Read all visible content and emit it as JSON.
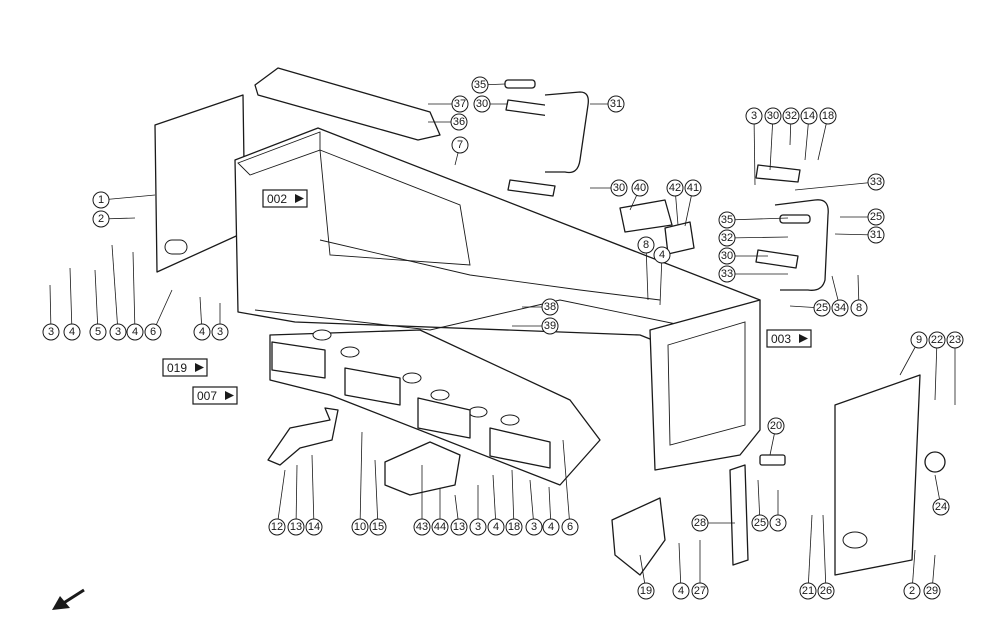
{
  "diagram": {
    "callouts": [
      {
        "label": "1"
      },
      {
        "label": "2"
      },
      {
        "label": "3"
      },
      {
        "label": "4"
      },
      {
        "label": "5"
      },
      {
        "label": "3"
      },
      {
        "label": "4"
      },
      {
        "label": "6"
      },
      {
        "label": "4"
      },
      {
        "label": "3"
      },
      {
        "label": "35"
      },
      {
        "label": "37"
      },
      {
        "label": "30"
      },
      {
        "label": "36"
      },
      {
        "label": "31"
      },
      {
        "label": "7"
      },
      {
        "label": "30"
      },
      {
        "label": "40"
      },
      {
        "label": "42"
      },
      {
        "label": "41"
      },
      {
        "label": "8"
      },
      {
        "label": "4"
      },
      {
        "label": "38"
      },
      {
        "label": "39"
      },
      {
        "label": "3"
      },
      {
        "label": "30"
      },
      {
        "label": "32"
      },
      {
        "label": "14"
      },
      {
        "label": "18"
      },
      {
        "label": "33"
      },
      {
        "label": "35"
      },
      {
        "label": "25"
      },
      {
        "label": "32"
      },
      {
        "label": "31"
      },
      {
        "label": "30"
      },
      {
        "label": "33"
      },
      {
        "label": "25"
      },
      {
        "label": "34"
      },
      {
        "label": "8"
      },
      {
        "label": "9"
      },
      {
        "label": "22"
      },
      {
        "label": "23"
      },
      {
        "label": "24"
      },
      {
        "label": "12"
      },
      {
        "label": "13"
      },
      {
        "label": "14"
      },
      {
        "label": "10"
      },
      {
        "label": "15"
      },
      {
        "label": "43"
      },
      {
        "label": "44"
      },
      {
        "label": "13"
      },
      {
        "label": "3"
      },
      {
        "label": "4"
      },
      {
        "label": "18"
      },
      {
        "label": "3"
      },
      {
        "label": "4"
      },
      {
        "label": "6"
      },
      {
        "label": "20"
      },
      {
        "label": "28"
      },
      {
        "label": "25"
      },
      {
        "label": "3"
      },
      {
        "label": "19"
      },
      {
        "label": "4"
      },
      {
        "label": "27"
      },
      {
        "label": "21"
      },
      {
        "label": "26"
      },
      {
        "label": "2"
      },
      {
        "label": "29"
      }
    ],
    "references": [
      {
        "label": "002"
      },
      {
        "label": "003"
      },
      {
        "label": "019"
      },
      {
        "label": "007"
      }
    ]
  },
  "icons": {
    "orientation": "arrow-down-left-icon",
    "reference": "triangle-right-icon"
  }
}
